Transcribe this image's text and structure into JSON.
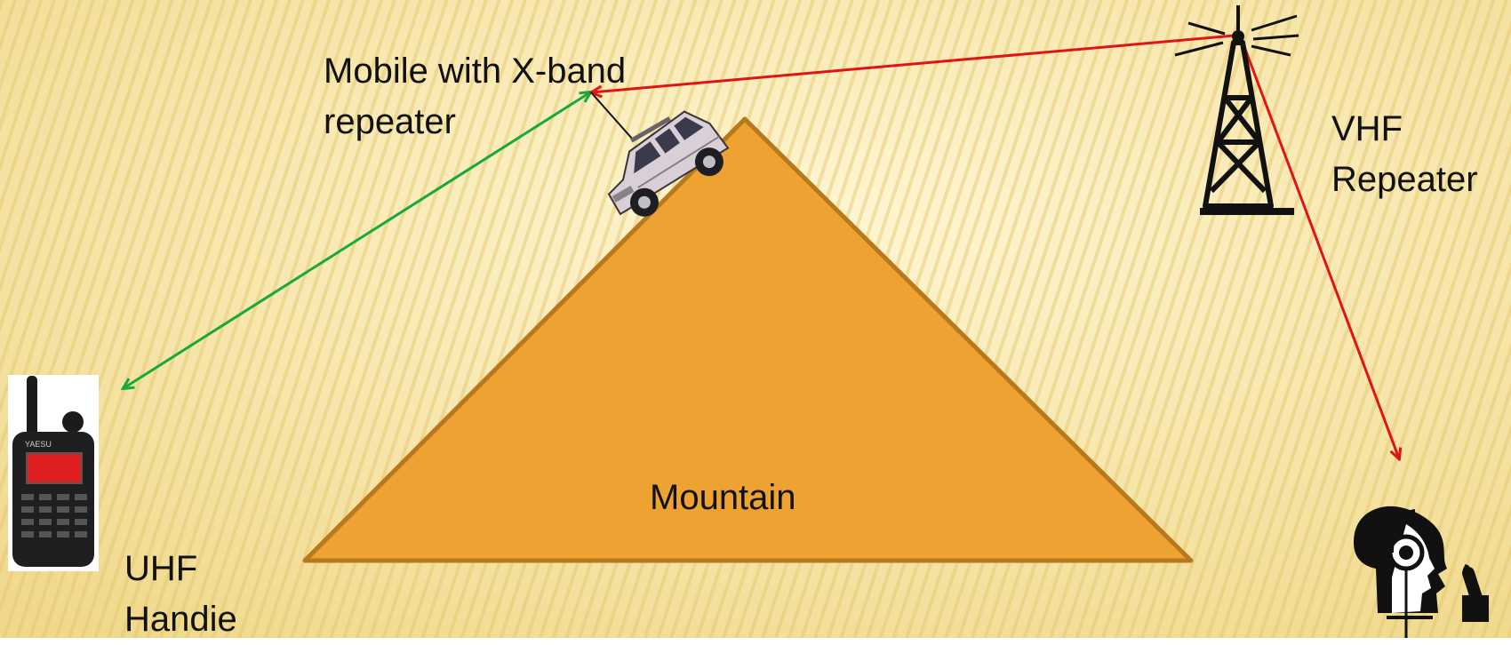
{
  "labels": {
    "mobile": [
      "Mobile with X-band",
      "repeater"
    ],
    "vhf": [
      "VHF",
      "Repeater"
    ],
    "uhf": [
      "UHF",
      "Handie"
    ],
    "mountain": "Mountain"
  },
  "radio_display": "YAESU",
  "colors": {
    "background": "#f7e6a8",
    "background_stripe": "#e9cf7a",
    "mountain_fill": "#eda231",
    "mountain_stroke": "#b8781e",
    "uhf_link": "#19a83a",
    "vhf_link": "#e11414",
    "tower": "#111111",
    "vehicle_body": "#d9cfd6",
    "radio_screen": "#e02020"
  },
  "links": [
    {
      "from": "mobile",
      "to": "uhf-handie",
      "color": "green",
      "bidirectional": true
    },
    {
      "from": "vhf-repeater",
      "to": "mobile",
      "color": "red",
      "bidirectional": false
    },
    {
      "from": "vhf-repeater",
      "to": "operator",
      "color": "red",
      "bidirectional": false
    }
  ]
}
